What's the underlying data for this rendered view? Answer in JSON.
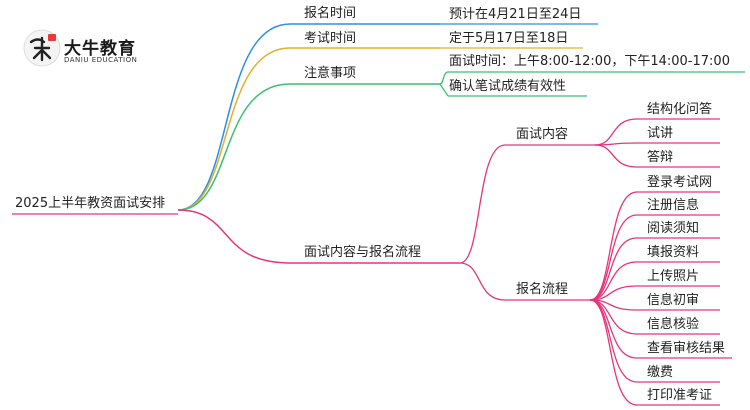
{
  "logo": {
    "mark_text": "大牛",
    "name": "大牛教育",
    "name_en": "DANIU EDUCATION",
    "accent": "#e83a3a"
  },
  "colors": {
    "blue": "#2f8de4",
    "gold": "#e0b030",
    "green": "#3cc070",
    "pink": "#e6357a"
  },
  "mindmap": {
    "root": "2025上半年教资面试安排",
    "branches": [
      {
        "label": "报名时间",
        "children": [
          "预计在4月21日至24日"
        ]
      },
      {
        "label": "考试时间",
        "children": [
          "定于5月17日至18日"
        ]
      },
      {
        "label": "注意事项",
        "children": [
          "面试时间：上午8:00-12:00，下午14:00-17:00",
          "确认笔试成绩有效性"
        ]
      },
      {
        "label": "面试内容与报名流程",
        "sub": [
          {
            "label": "面试内容",
            "children": [
              "结构化问答",
              "试讲",
              "答辩"
            ]
          },
          {
            "label": "报名流程",
            "children": [
              "登录考试网",
              "注册信息",
              "阅读须知",
              "填报资料",
              "上传照片",
              "信息初审",
              "信息核验",
              "查看审核结果",
              "缴费",
              "打印准考证"
            ]
          }
        ]
      }
    ]
  }
}
